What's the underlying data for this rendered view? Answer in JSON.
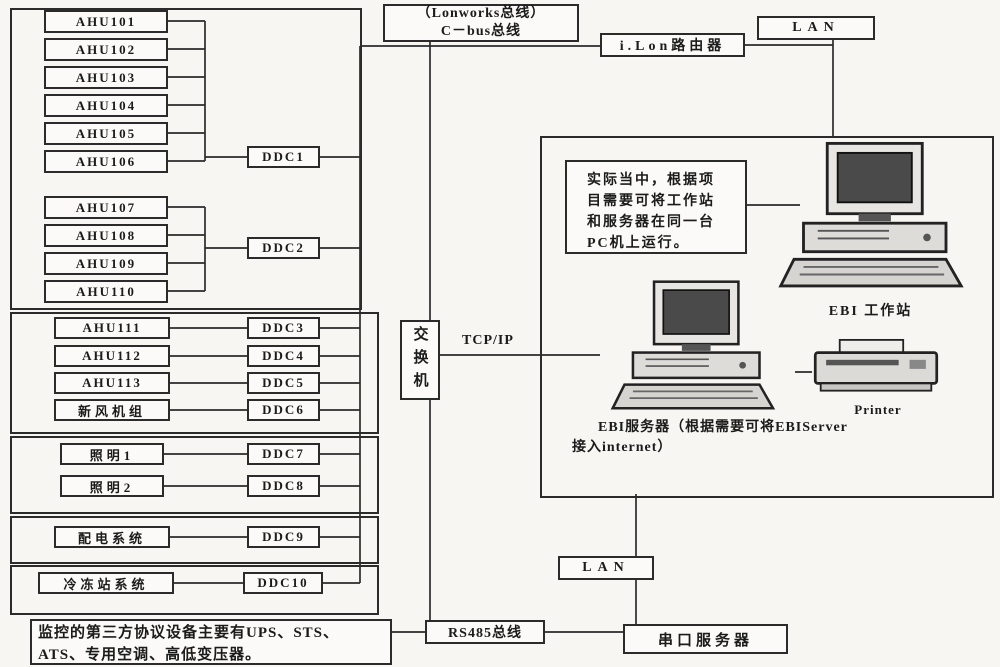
{
  "top": {
    "fieldbus_line1": "（Lonworks总线）",
    "fieldbus_line2": "C－bus总线",
    "ilon_router": "i.Lon路由器",
    "lan": "LAN"
  },
  "field_devices": {
    "ahu_group1": [
      "AHU101",
      "AHU102",
      "AHU103",
      "AHU104",
      "AHU105",
      "AHU106"
    ],
    "ahu_group2": [
      "AHU107",
      "AHU108",
      "AHU109",
      "AHU110"
    ],
    "box2_devices": [
      "AHU111",
      "AHU112",
      "AHU113",
      "新风机组"
    ],
    "lighting": [
      "照明1",
      "照明2"
    ],
    "power_system": "配电系统",
    "chiller_system": "冷冻站系统",
    "third_party_note": "监控的第三方协议设备主要有UPS、STS、ATS、专用空调、高低变压器。"
  },
  "controllers": [
    "DDC1",
    "DDC2",
    "DDC3",
    "DDC4",
    "DDC5",
    "DDC6",
    "DDC7",
    "DDC8",
    "DDC9",
    "DDC10"
  ],
  "center": {
    "switch": "交换机",
    "tcpip": "TCP/IP"
  },
  "station": {
    "note": "实际当中，根据项目需要可将工作站和服务器在同一台PC机上运行。",
    "workstation_label": "EBI 工作站",
    "printer_label": "Printer",
    "server_caption_line1": "EBI服务器（根据需要可将EBIServer",
    "server_caption_line2": "接入internet）"
  },
  "bottom": {
    "lan": "LAN",
    "rs485_bus": "RS485总线",
    "serial_server": "串口服务器"
  }
}
